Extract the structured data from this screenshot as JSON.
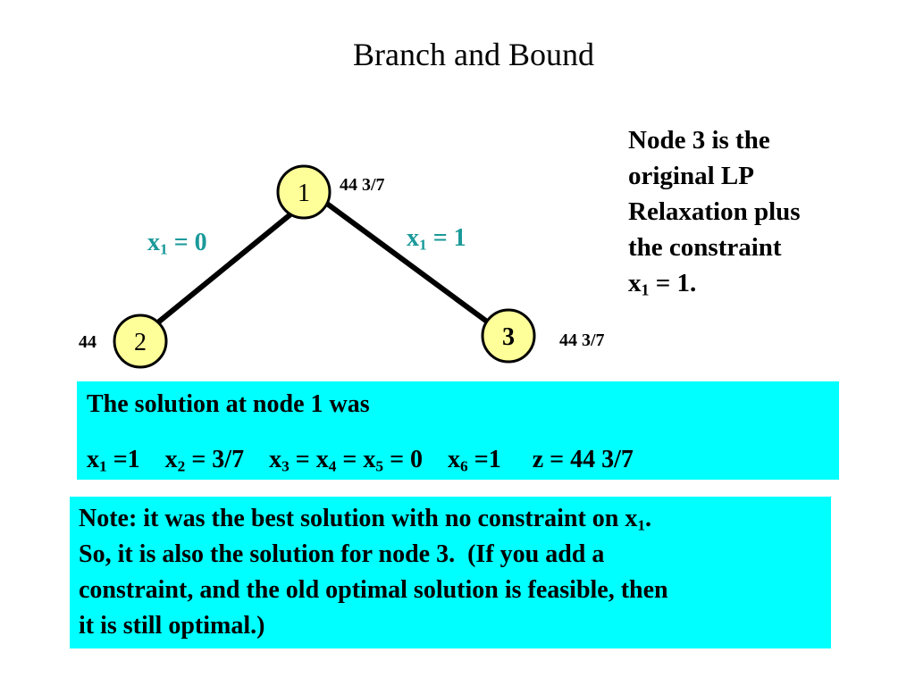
{
  "title": "Branch and Bound",
  "colors": {
    "node_fill": "#ffff99",
    "edge_label": "#1a9999",
    "box_fill": "#00ffff"
  },
  "tree": {
    "nodes": [
      {
        "id": "1",
        "label": "1",
        "bound": "44 3/7"
      },
      {
        "id": "2",
        "label": "2",
        "bound": "44"
      },
      {
        "id": "3",
        "label": "3",
        "bound": "44 3/7"
      }
    ],
    "edges": [
      {
        "from": "1",
        "to": "2",
        "var": "x",
        "sub": "1",
        "rest": " = 0"
      },
      {
        "from": "1",
        "to": "3",
        "var": "x",
        "sub": "1",
        "rest": " = 1"
      }
    ]
  },
  "side_note": {
    "lines": [
      "Node 3 is the",
      "original LP",
      "Relaxation plus",
      "the constraint"
    ],
    "last_var": "x",
    "last_sub": "1",
    "last_rest": " = 1."
  },
  "solution_box": {
    "line1": "The solution at node 1 was",
    "x1_sub": "1",
    "x1_rest": " =1",
    "x2_sub": "2",
    "x2_rest": " = 3/7",
    "x3_sub": "3",
    "x4_sub": "4",
    "x5_sub": "5",
    "x345_rest": " = 0",
    "x6_sub": "6",
    "x6_rest": " =1",
    "z": "z = 44 3/7"
  },
  "note_box": {
    "line1_pre": "Note: it was the best solution with no constraint on x",
    "line1_sub": "1",
    "line1_post": ".",
    "line2": "So, it is also the solution for node 3.  (If you add a",
    "line3": "constraint, and the old optimal solution is feasible, then",
    "line4": "it is still optimal.)"
  }
}
